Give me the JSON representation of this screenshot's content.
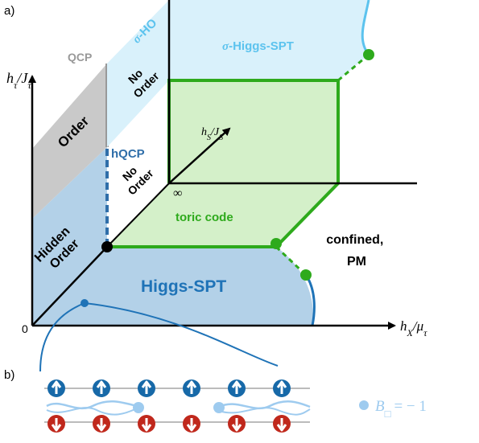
{
  "panel_a": {
    "label": "a)",
    "origin": "0",
    "y_axis": {
      "main": "h",
      "sub": "τ",
      "sep": "/",
      "main2": "J",
      "sub2": "τ"
    },
    "x_axis": {
      "main": "h",
      "sub": "X",
      "sep": "/",
      "main2": "μ",
      "sub2": "τ"
    },
    "z_axis": {
      "main": "h",
      "sub": "S",
      "sep": "/",
      "main2": "J",
      "sub2": "S"
    },
    "infinity": "∞",
    "regions": {
      "qcp": "QCP",
      "order": "Order",
      "hidden_order_1": "Hidden",
      "hidden_order_2": "Order",
      "hqcp": "hQCP",
      "no_order_front_1": "No",
      "no_order_front_2": "Order",
      "no_order_top_1": "No",
      "no_order_top_2": "Order",
      "sigma_ho_sigma": "σ",
      "sigma_ho_rest": "-HO",
      "sigma_higgs_sigma": "σ",
      "sigma_higgs_rest": "-Higgs-SPT",
      "toric_code": "toric code",
      "confined_1": "confined,",
      "confined_2": "PM",
      "higgs_spt": "Higgs-SPT"
    },
    "colors": {
      "higgs": "#b3d1e8",
      "higgs_dark": "#1f73b7",
      "sigma_higgs": "#d9f1fb",
      "sigma_higgs_text": "#5cc3ee",
      "toric": "#d4f0c9",
      "green": "#2eaa1c",
      "order_gray": "#c9c9c9",
      "qcp_gray": "#999999",
      "hqcp_blue": "#2f6ea9"
    }
  },
  "panel_b": {
    "label": "b)",
    "legend": {
      "symbol": "B",
      "box": "□",
      "equals": "= − 1"
    },
    "colors": {
      "up": "#1769a8",
      "down": "#c0281c",
      "string": "#9ecbef",
      "grid": "#bbbbbb"
    }
  }
}
